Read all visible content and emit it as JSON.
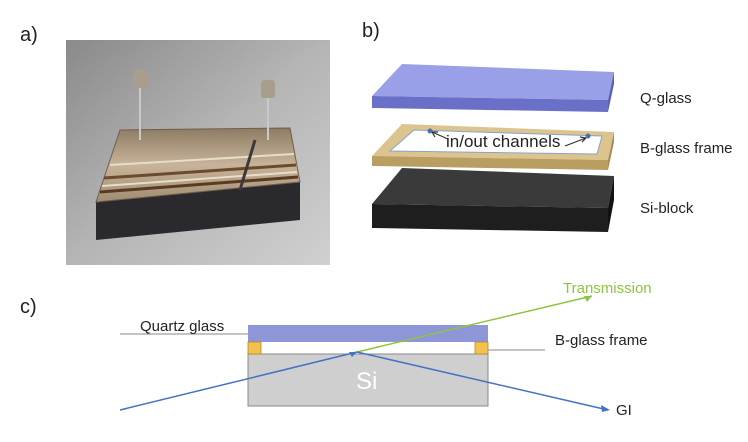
{
  "panels": {
    "a": "a)",
    "b": "b)",
    "c": "c)"
  },
  "exploded_view": {
    "layers": [
      {
        "label": "Q-glass",
        "color": "#7b82d6"
      },
      {
        "label": "B-glass frame",
        "color": "#d8c08a"
      },
      {
        "label": "Si-block",
        "color": "#2c2c2c"
      }
    ],
    "channel_annotation": "in/out channels"
  },
  "cross_section": {
    "quartz_label": "Quartz glass",
    "frame_label": "B-glass frame",
    "si_label": "Si",
    "transmission_label": "Transmission",
    "gi_label": "GI",
    "colors": {
      "quartz": "#8f96d8",
      "frame": "#f2c14e",
      "si": "#cfcfcf",
      "transmission": "#8cc63f",
      "beam": "#4472c4"
    }
  }
}
